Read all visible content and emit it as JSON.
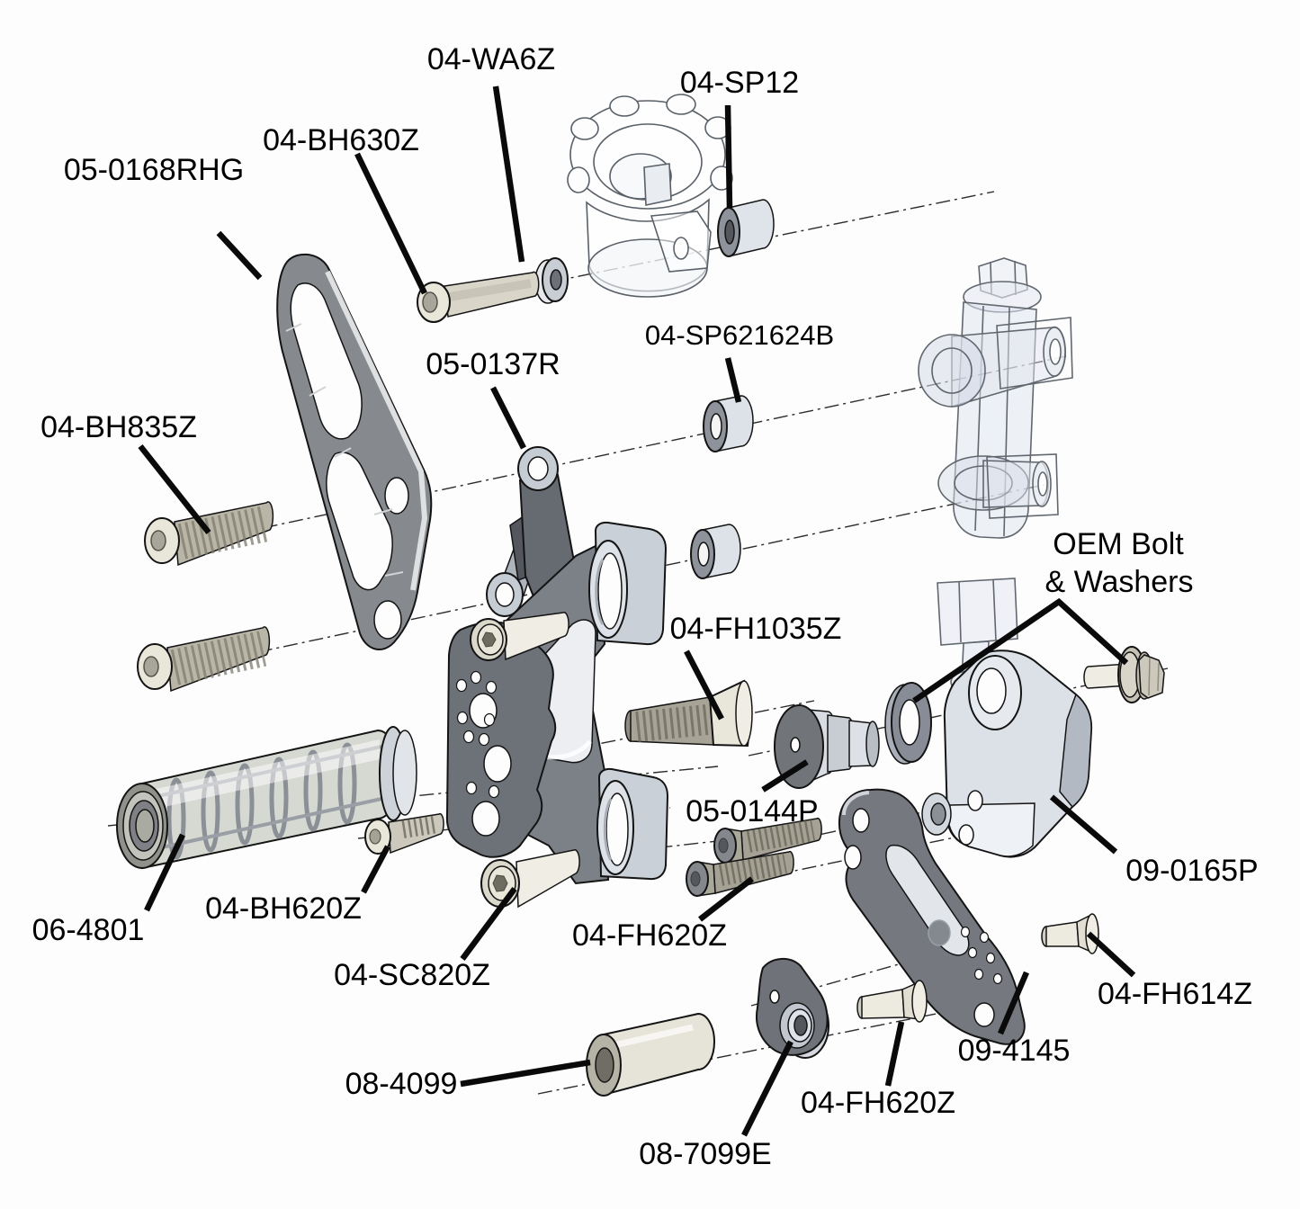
{
  "diagram": {
    "kind": "exploded-parts-diagram",
    "subject": "rearset brake assembly exploded view with part numbers",
    "background": "#fdfdfd",
    "label_color": "#000000",
    "leader_color": "#0a0a0a",
    "axis_style": "dash-dot",
    "part_colors": {
      "part_light": "#dce1e8",
      "part_dark": "#6d7178",
      "hardware_beige": "#e9e6da",
      "thread_gray": "#a7a396",
      "transparent_part": "#dfe4ee"
    },
    "labels": [
      {
        "id": "wa6z",
        "text": "04-WA6Z"
      },
      {
        "id": "sp12",
        "text": "04-SP12"
      },
      {
        "id": "bh630z",
        "text": "04-BH630Z"
      },
      {
        "id": "rhg0168",
        "text": "05-0168RHG"
      },
      {
        "id": "sp621624b",
        "text": "04-SP621624B"
      },
      {
        "id": "r0137",
        "text": "05-0137R"
      },
      {
        "id": "bh835z",
        "text": "04-BH835Z"
      },
      {
        "id": "oem_line1",
        "text": "OEM Bolt"
      },
      {
        "id": "oem_line2",
        "text": "& Washers"
      },
      {
        "id": "fh1035z",
        "text": "04-FH1035Z"
      },
      {
        "id": "p0144",
        "text": "05-0144P"
      },
      {
        "id": "p0165",
        "text": "09-0165P"
      },
      {
        "id": "peg6_4801",
        "text": "06-4801"
      },
      {
        "id": "bh620z",
        "text": "04-BH620Z"
      },
      {
        "id": "fh620z_a",
        "text": "04-FH620Z"
      },
      {
        "id": "sc820z",
        "text": "04-SC820Z"
      },
      {
        "id": "fh614z",
        "text": "04-FH614Z"
      },
      {
        "id": "a9_4145",
        "text": "09-4145"
      },
      {
        "id": "t8_4099",
        "text": "08-4099"
      },
      {
        "id": "fh620z_b",
        "text": "04-FH620Z"
      },
      {
        "id": "e8_7099",
        "text": "08-7099E"
      }
    ]
  }
}
